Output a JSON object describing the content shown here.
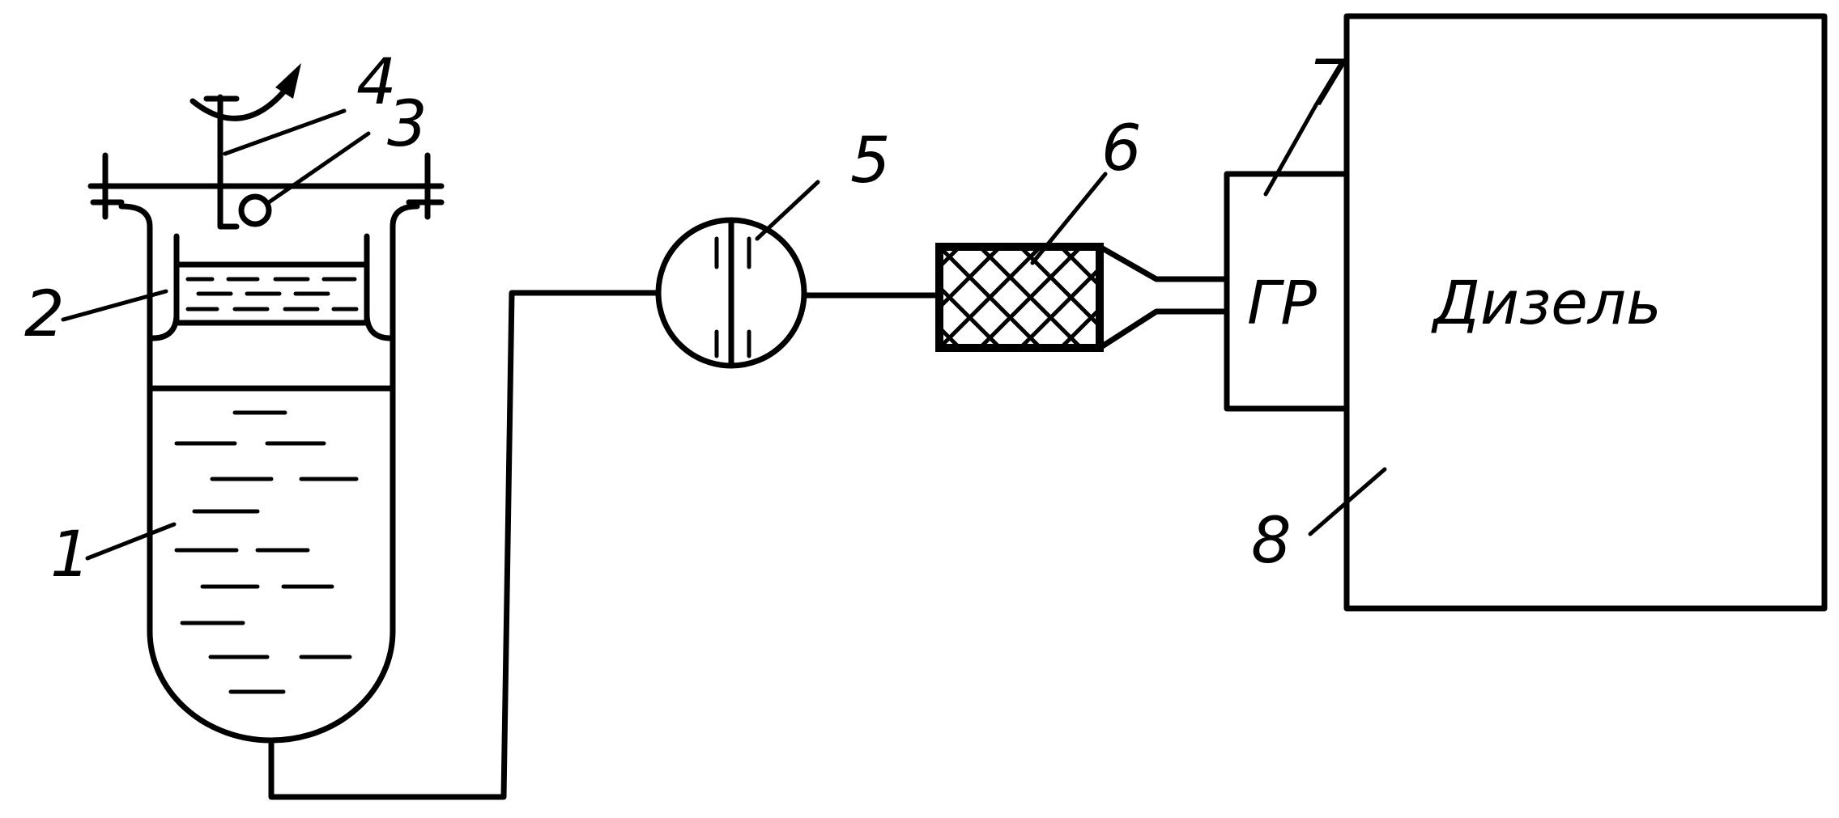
{
  "labels": {
    "l1": "1",
    "l2": "2",
    "l3": "3",
    "l4": "4",
    "l5": "5",
    "l6": "6",
    "l7": "7",
    "l8": "8"
  },
  "regulator_text": "ГР",
  "engine_text": "Дизель"
}
